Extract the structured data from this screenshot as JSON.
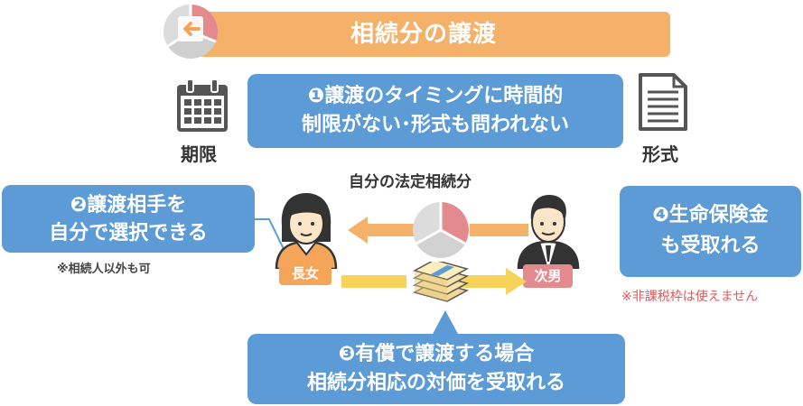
{
  "title": "相続分の譲渡",
  "icon_names": {
    "title": "arrow-pie-icon",
    "calendar": "calendar-icon",
    "document": "document-icon",
    "pie": "pie-chart-icon",
    "money": "money-stack-icon",
    "daughter": "woman-avatar",
    "son": "man-avatar"
  },
  "deadline_label": "期限",
  "form_label": "形式",
  "share_label": "自分の法定相続分",
  "point1": {
    "line1": "❶譲渡のタイミングに時間的",
    "line2": "制限がない･形式も問われない"
  },
  "point2": {
    "line1": "❷譲渡相手を",
    "line2": "自分で選択できる",
    "note": "※相続人以外も可"
  },
  "point3": {
    "line1": "❸有償で譲渡する場合",
    "line2": "相続分相応の対価を受取れる"
  },
  "point4": {
    "line1": "❹生命保険金",
    "line2": "も受取れる",
    "note": "※非課税枠は使えません"
  },
  "daughter_label": "長女",
  "son_label": "次男",
  "colors": {
    "orange": "#f5b06a",
    "blue": "#5c9bd5",
    "pink": "#e38a8f",
    "yellow": "#f7d35c",
    "gray": "#bfbfbf",
    "red_note": "#e05a5a"
  }
}
